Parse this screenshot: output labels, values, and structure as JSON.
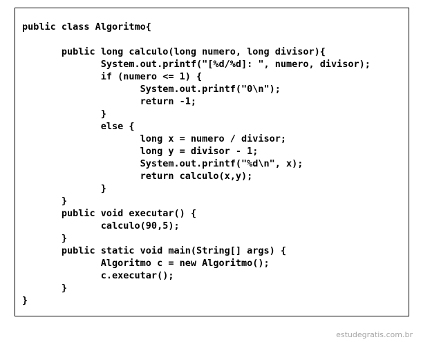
{
  "code": {
    "lines": [
      "public class Algoritmo{",
      "",
      "       public long calculo(long numero, long divisor){",
      "              System.out.printf(\"[%d/%d]: \", numero, divisor);",
      "              if (numero <= 1) {",
      "                     System.out.printf(\"0\\n\");",
      "                     return -1;",
      "              }",
      "              else {",
      "                     long x = numero / divisor;",
      "                     long y = divisor - 1;",
      "                     System.out.printf(\"%d\\n\", x);",
      "                     return calculo(x,y);",
      "              }",
      "       }",
      "       public void executar() {",
      "              calculo(90,5);",
      "       }",
      "       public static void main(String[] args) {",
      "              Algoritmo c = new Algoritmo();",
      "              c.executar();",
      "       }",
      "}"
    ]
  },
  "watermark": "estudegratis.com.br"
}
